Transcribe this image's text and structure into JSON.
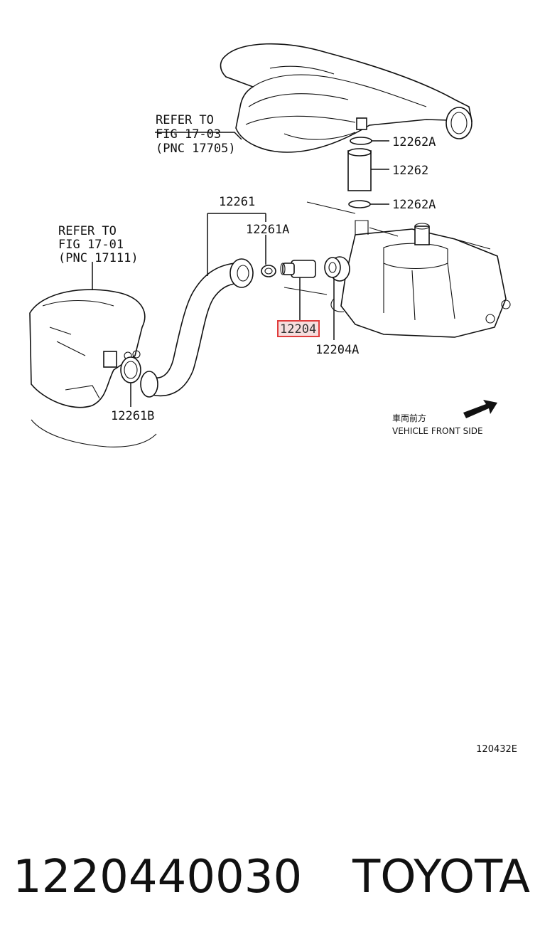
{
  "refs": {
    "fig_17_03": [
      "REFER TO",
      "FIG 17-03",
      "(PNC 17705)"
    ],
    "fig_17_01": [
      "REFER TO",
      "FIG 17-01",
      "(PNC 17111)"
    ]
  },
  "callouts": {
    "c_12262A_top": "12262A",
    "c_12262": "12262",
    "c_12262A_bottom": "12262A",
    "c_12261": "12261",
    "c_12261A": "12261A",
    "c_12204": "12204",
    "c_12204A": "12204A",
    "c_12261B": "12261B"
  },
  "highlight_color": "#e03c3c",
  "vehicle_front": {
    "jp": "車両前方",
    "en": "VEHICLE FRONT SIDE"
  },
  "illustration_code": "120432E",
  "footer": {
    "part_number": "1220440030",
    "brand": "TOYOTA"
  }
}
